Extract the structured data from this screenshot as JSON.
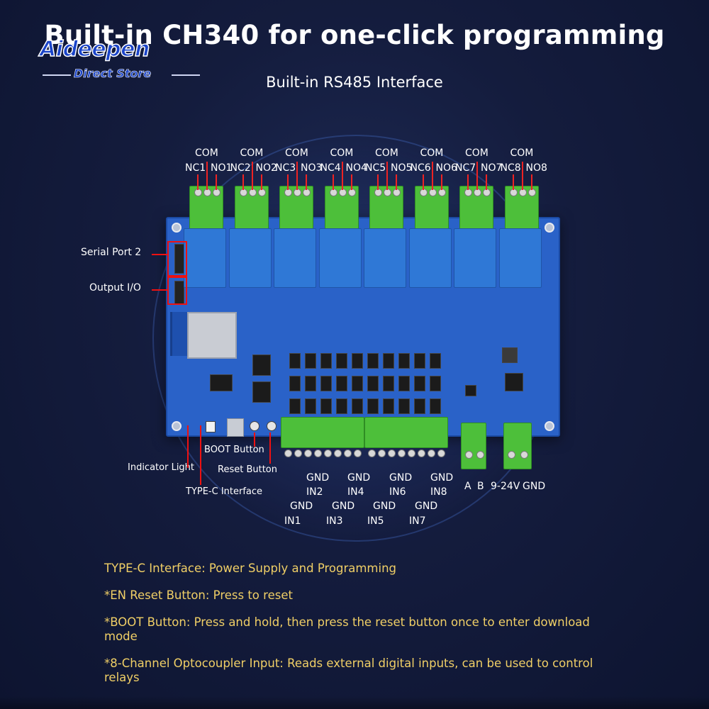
{
  "header": {
    "title": "Built-in CH340 for one-click programming",
    "subtitle": "Built-in RS485 Interface"
  },
  "logo": {
    "brand": "Aideepen",
    "tagline": "Direct Store"
  },
  "relay_channels": [
    {
      "com": "COM",
      "nc": "NC1",
      "no": "NO1"
    },
    {
      "com": "COM",
      "nc": "NC2",
      "no": "NO2"
    },
    {
      "com": "COM",
      "nc": "NC3",
      "no": "NO3"
    },
    {
      "com": "COM",
      "nc": "NC4",
      "no": "NO4"
    },
    {
      "com": "COM",
      "nc": "NC5",
      "no": "NO5"
    },
    {
      "com": "COM",
      "nc": "NC6",
      "no": "NO6"
    },
    {
      "com": "COM",
      "nc": "NC7",
      "no": "NO7"
    },
    {
      "com": "COM",
      "nc": "NC8",
      "no": "NO8"
    }
  ],
  "callouts": {
    "serial_port": "Serial Port 2",
    "output_io": "Output I/O",
    "boot_button": "BOOT Button",
    "indicator_light": "Indicator Light",
    "reset_button": "Reset Button",
    "typec_interface": "TYPE-C Interface"
  },
  "inputs": {
    "upper": [
      "GND",
      "GND",
      "GND",
      "GND"
    ],
    "upper_in": [
      "IN2",
      "IN4",
      "IN6",
      "IN8"
    ],
    "lower": [
      "GND",
      "GND",
      "GND",
      "GND"
    ],
    "lower_in": [
      "IN1",
      "IN3",
      "IN5",
      "IN7"
    ]
  },
  "rs485": {
    "a": "A",
    "b": "B"
  },
  "power": {
    "vin": "9-24V",
    "gnd": "GND"
  },
  "notes": [
    "TYPE-C Interface: Power Supply and Programming",
    "*EN Reset Button: Press to reset",
    "*BOOT Button: Press and hold, then press the reset button once to enter download mode",
    "*8-Channel Optocoupler Input: Reads external digital inputs, can be used to control relays"
  ],
  "colors": {
    "board": "#2a62c8",
    "terminal": "#4dbf3a",
    "relay": "#2f78d6",
    "note_text": "#f0cf66",
    "callout_line": "#e11111"
  }
}
